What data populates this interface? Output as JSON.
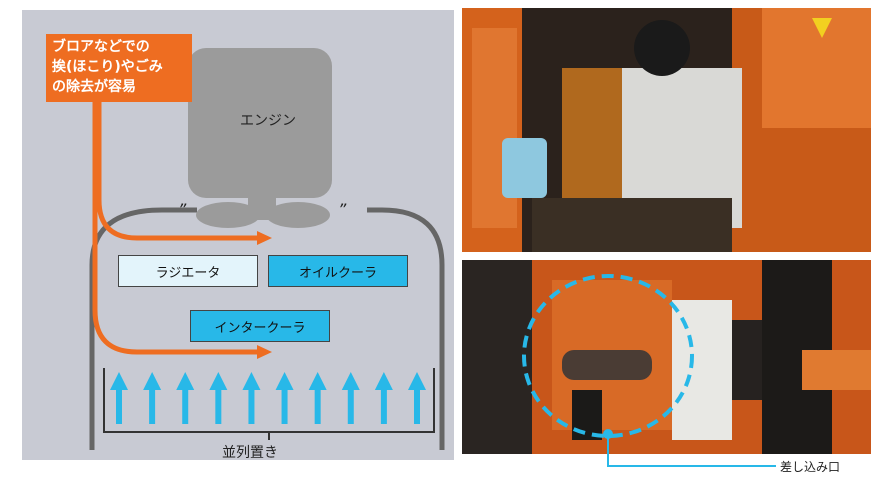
{
  "diagram": {
    "callout_lines": [
      "ブロアなどでの",
      "挨(ほこり)やごみ",
      "の除去が容易"
    ],
    "engine_label": "エンジン",
    "radiator_label": "ラジエータ",
    "oil_cooler_label": "オイルクーラ",
    "intercooler_label": "インタークーラ",
    "parallel_label": "並列置き",
    "quote_left": "”",
    "quote_right": "”",
    "airflow_arrow_count": 10,
    "colors": {
      "background": "#c8cad3",
      "callout": "#ee6d21",
      "engine": "#9b9b9b",
      "cooler_blue": "#28b8e8",
      "radiator_fill": "#e3f4fb",
      "arrow_orange": "#ee6d21",
      "arrow_blue": "#28b8e8"
    }
  },
  "photos": {
    "insertion_label": "差し込み口",
    "highlight_color": "#28b8e8"
  }
}
